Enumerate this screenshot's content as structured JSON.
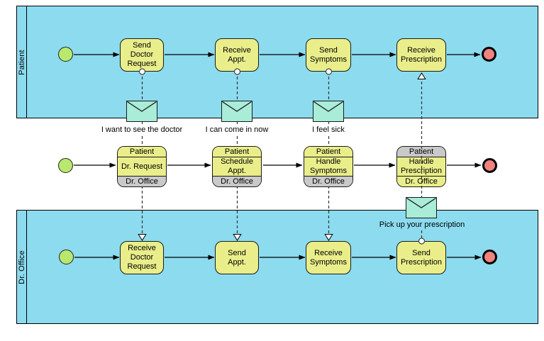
{
  "colors": {
    "pool": "#8CDBEF",
    "task": "#E9EE8A",
    "band_gray": "#C9C9C9",
    "start_event": "#B9E86E",
    "end_event": "#F0837F",
    "envelope": "#A9ECD8"
  },
  "pools": {
    "patient": {
      "label": "Patient"
    },
    "dr_office": {
      "label": "Dr. Office"
    }
  },
  "patient_lane": {
    "tasks": [
      {
        "label": "Send\nDoctor\nRequest"
      },
      {
        "label": "Receive\nAppt."
      },
      {
        "label": "Send\nSymptoms"
      },
      {
        "label": "Receive\nPrescription"
      }
    ]
  },
  "choreography": {
    "tasks": [
      {
        "top": "Patient",
        "middle": "Dr. Request",
        "bottom": "Dr. Office",
        "top_band": "yellow",
        "bottom_band": "gray"
      },
      {
        "top": "Patient",
        "middle": "Schedule\nAppt.",
        "bottom": "Dr. Office",
        "top_band": "yellow",
        "bottom_band": "gray"
      },
      {
        "top": "Patient",
        "middle": "Handle\nSymptoms",
        "bottom": "Dr. Office",
        "top_band": "yellow",
        "bottom_band": "gray"
      },
      {
        "top": "Patient",
        "middle": "Handle\nPrescription",
        "bottom": "Dr. Office",
        "top_band": "gray",
        "bottom_band": "yellow"
      }
    ]
  },
  "dr_office_lane": {
    "tasks": [
      {
        "label": "Receive\nDoctor\nRequest"
      },
      {
        "label": "Send\nAppt."
      },
      {
        "label": "Receive\nSymptoms"
      },
      {
        "label": "Send\nPrescription"
      }
    ]
  },
  "messages": [
    {
      "label": "I want to see the doctor",
      "icon": "envelope"
    },
    {
      "label": "I can come in now",
      "icon": "envelope"
    },
    {
      "label": "I feel sick",
      "icon": "envelope"
    },
    {
      "label": "Pick up your prescription",
      "icon": "envelope"
    }
  ]
}
